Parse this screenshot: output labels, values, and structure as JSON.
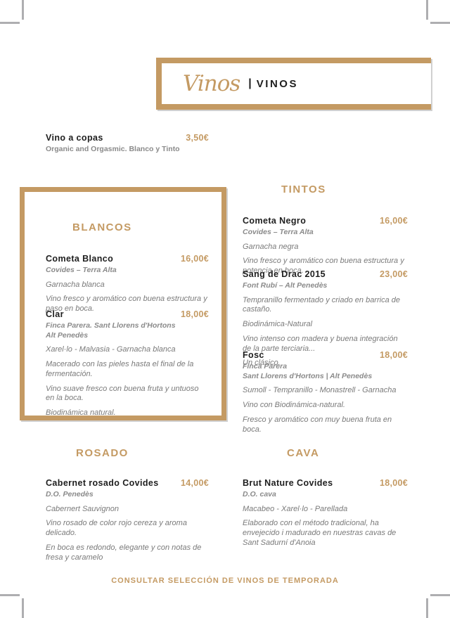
{
  "header": {
    "title_script": "Vinos",
    "separator": "|",
    "title_caps": "VINOS"
  },
  "colors": {
    "accent": "#C49A63",
    "dark_text": "#1e1e1e",
    "estate_gray": "#8a8a8a",
    "note_gray": "#7a7a7a",
    "crop_mark_gray": "#aeaeb1",
    "background": "#ffffff"
  },
  "intro": {
    "name": "Vino a copas",
    "price": "3,50€",
    "subtitle": "Organic and Orgasmic. Blanco y Tinto"
  },
  "sections": {
    "blancos": {
      "heading": "BLANCOS",
      "wines": [
        {
          "name": "Cometa Blanco",
          "price": "16,00€",
          "estate": "Covides – Terra Alta",
          "grapes": "Garnacha blanca",
          "notes": [
            "Vino fresco y aromático con buena estructura y paso en boca."
          ]
        },
        {
          "name": "Clar",
          "price": "18,00€",
          "estate": "Finca Parera. Sant Llorens d'Hortons\nAlt Penedès",
          "grapes": "Xarel·lo - Malvasia - Garnacha blanca",
          "notes": [
            "Macerado con las pieles hasta el final de la fermentación.",
            "Vino suave fresco con buena fruta y untuoso en la boca.",
            "Biodinámica natural."
          ]
        }
      ]
    },
    "tintos": {
      "heading": "TINTOS",
      "wines": [
        {
          "name": "Cometa Negro",
          "price": "16,00€",
          "estate": "Covides – Terra Alta",
          "grapes": "Garnacha negra",
          "notes": [
            "Vino fresco y aromático con buena estructura y potencia en boca."
          ]
        },
        {
          "name": "Sang de Drac 2015",
          "price": "23,00€",
          "estate": "Font Rubí – Alt Penedès",
          "notes": [
            "Tempranillo fermentado y criado en barrica de castaño.",
            "Biodinámica-Natural",
            "Vino intenso con madera y buena integración de la parte terciaria...",
            "Un clásico."
          ]
        },
        {
          "name": "Fosc",
          "price": "18,00€",
          "estate": "Finca Parera\nSant Llorens d'Hortons | Alt Penedès",
          "grapes": "Sumoll - Tempranillo - Monastrell - Garnacha",
          "notes": [
            "Vino con Biodinámica-natural.",
            "Fresco y aromático con muy buena fruta en boca."
          ]
        }
      ]
    },
    "rosado": {
      "heading": "ROSADO",
      "wines": [
        {
          "name": "Cabernet rosado Covides",
          "price": "14,00€",
          "estate": "D.O. Penedès",
          "grapes": "Cabernert Sauvignon",
          "notes": [
            "Vino rosado de color rojo cereza y aroma delicado.",
            "En boca es redondo, elegante y con notas de fresa y caramelo"
          ]
        }
      ]
    },
    "cava": {
      "heading": "CAVA",
      "wines": [
        {
          "name": "Brut Nature Covides",
          "price": "18,00€",
          "estate": "D.O. cava",
          "grapes": "Macabeo - Xarel·lo - Parellada",
          "notes": [
            "Elaborado con el método tradicional, ha envejecido i madurado en nuestras cavas de Sant Sadurní d'Anoia"
          ]
        }
      ]
    }
  },
  "footer": {
    "text": "CONSULTAR SELECCIÓN DE VINOS DE TEMPORADA"
  }
}
